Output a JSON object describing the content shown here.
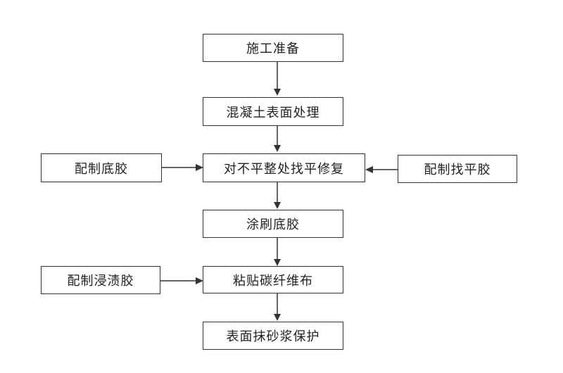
{
  "flowchart": {
    "main_steps": [
      {
        "id": "prep",
        "label": "施工准备"
      },
      {
        "id": "surface",
        "label": "混凝土表面处理"
      },
      {
        "id": "level",
        "label": "对不平整处找平修复"
      },
      {
        "id": "primer",
        "label": "涂刷底胶"
      },
      {
        "id": "cfrp",
        "label": "粘贴碳纤维布"
      },
      {
        "id": "mortar",
        "label": "表面抹砂浆保护"
      }
    ],
    "side_inputs": [
      {
        "id": "mix-primer",
        "label": "配制底胶",
        "target": "level"
      },
      {
        "id": "mix-leveling",
        "label": "配制找平胶",
        "target": "level"
      },
      {
        "id": "mix-impregnating",
        "label": "配制浸渍胶",
        "target": "cfrp"
      }
    ]
  }
}
